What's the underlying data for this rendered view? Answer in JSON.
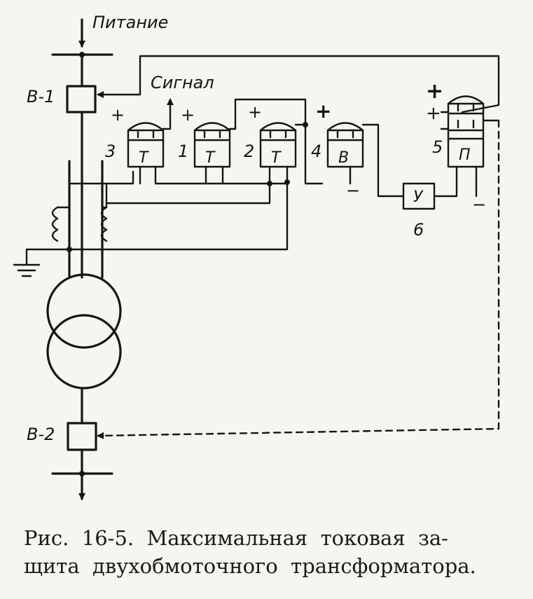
{
  "labels": {
    "power": "Питание",
    "signal": "Сигнал",
    "breaker_top": "В-1",
    "breaker_bottom": "В-2",
    "num_1": "1",
    "num_2": "2",
    "num_3": "3",
    "num_4": "4",
    "num_5": "5",
    "num_6": "6",
    "relay_t": "Т",
    "relay_b": "В",
    "relay_p": "П",
    "amplifier": "У",
    "plus": "+",
    "minus": "−"
  },
  "caption": {
    "line1": "Рис.  16-5.  Максимальная  токовая  за-",
    "line2": "щита  двухобмоточного  трансформатора."
  }
}
